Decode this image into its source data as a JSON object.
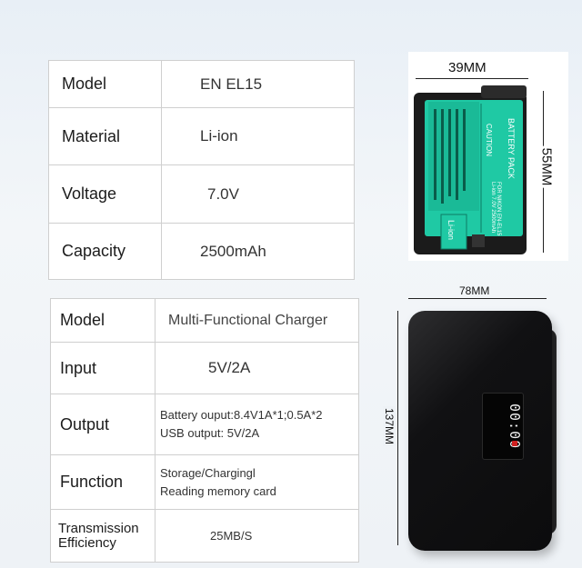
{
  "battery_table": {
    "rows": [
      {
        "label": "Model",
        "value": "EN EL15"
      },
      {
        "label": "Material",
        "value": "Li-ion"
      },
      {
        "label": "Voltage",
        "value": "7.0V"
      },
      {
        "label": "Capacity",
        "value": "2500mAh"
      }
    ]
  },
  "charger_table": {
    "rows": [
      {
        "label": "Model",
        "value": "Multi-Functional Charger"
      },
      {
        "label": "Input",
        "value": "5V/2A"
      },
      {
        "label": "Output",
        "value_lines": [
          "Battery ouput:8.4V1A*1;0.5A*2",
          "USB output:  5V/2A"
        ]
      },
      {
        "label": "Function",
        "value_lines": [
          "Storage/Chargingl",
          "Reading memory card"
        ]
      },
      {
        "label_lines": [
          "Transmission",
          "Efficiency"
        ],
        "value": "25MB/S"
      }
    ]
  },
  "battery_image": {
    "width_label": "39MM",
    "height_label": "55MM",
    "sticker_color": "#1fc9a4",
    "body_color": "#1b1b1b",
    "sticker_lines": [
      "BATTERY PACK",
      "FOR NIKON EN-EL15",
      "Li-ion 7.0V 2500mAh"
    ],
    "caution_label": "CAUTION",
    "chem_label": "Li-ion"
  },
  "charger_image": {
    "width_label": "78MM",
    "height_label": "137MM",
    "display_text": "00:00",
    "body_color": "#111113"
  }
}
